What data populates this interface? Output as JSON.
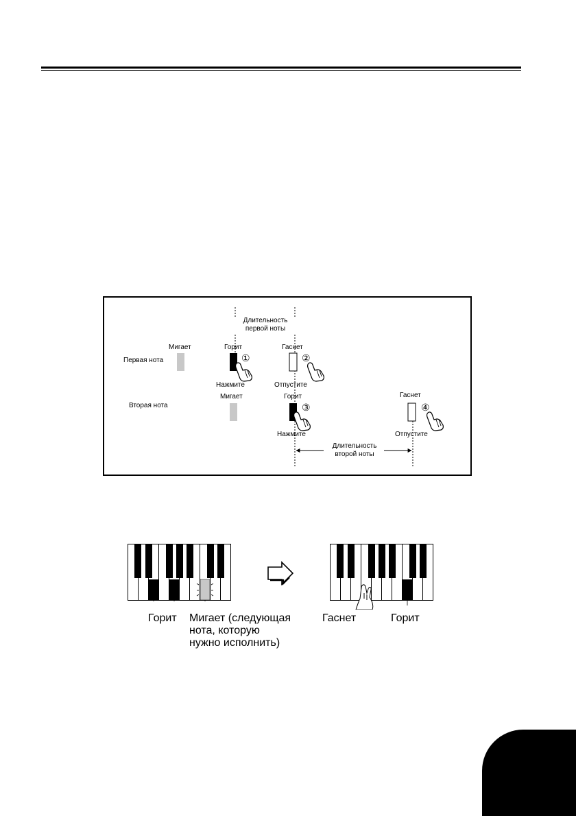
{
  "diagram": {
    "duration_first": "Длительность\nпервой ноты",
    "duration_second": "Длительность\nвторой ноты",
    "first_note_label": "Первая нота",
    "second_note_label": "Вторая нота",
    "blinks_1": "Мигает",
    "lit_1": "Горит",
    "off_1": "Гаснет",
    "press_1": "Нажмите",
    "release_1": "Отпустите",
    "blinks_2": "Мигает",
    "lit_2": "Горит",
    "off_2": "Гаснет",
    "press_2": "Нажмите",
    "release_2": "Отпустите",
    "step_1": "①",
    "step_2": "②",
    "step_3": "③",
    "step_4": "④"
  },
  "keyboards": {
    "left_lit": "Горит",
    "left_blinks": "Мигает (следующая\nнота, которую\nнужно исполнить)",
    "right_off": "Гаснет",
    "right_lit": "Горит"
  },
  "colors": {
    "lit": "#000000",
    "blink": "#c8c8c8",
    "off": "#ffffff",
    "page": "#ffffff"
  }
}
